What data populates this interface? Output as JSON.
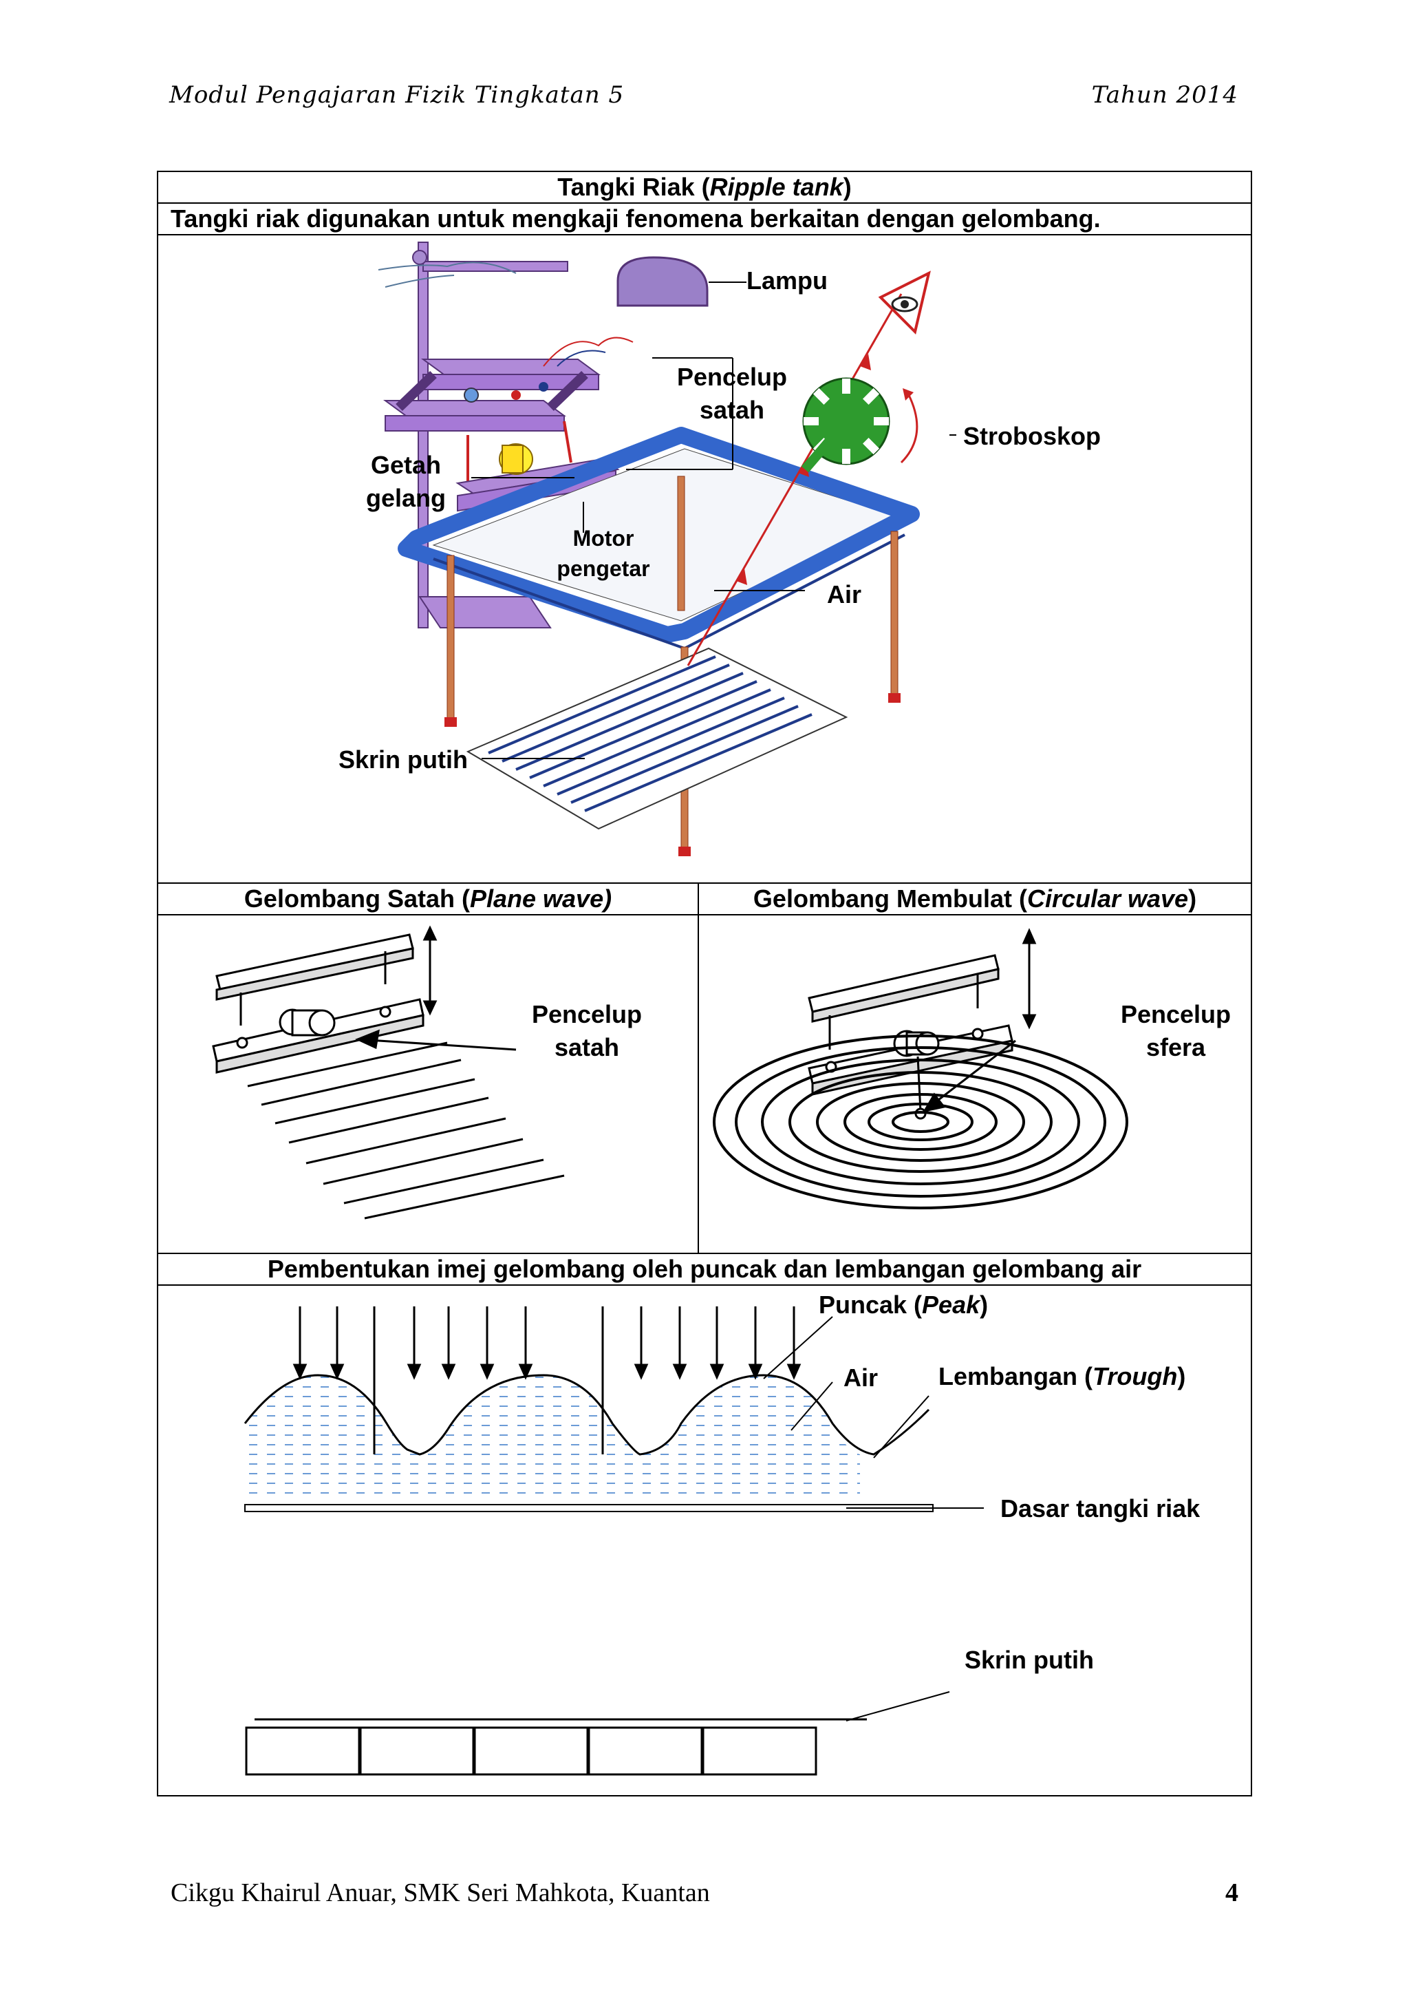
{
  "header": {
    "left": "Modul Pengajaran Fizik Tingkatan 5",
    "right": "Tahun 2014"
  },
  "footer": {
    "left": "Cikgu Khairul Anuar, SMK Seri Mahkota, Kuantan",
    "page": "4"
  },
  "section1": {
    "title_main": "Tangki Riak (",
    "title_italic": "Ripple tank",
    "title_end": ")",
    "description": "Tangki riak digunakan untuk mengkaji fenomena berkaitan dengan gelombang.",
    "labels": {
      "lampu": "Lampu",
      "pencelup_satah_1": "Pencelup",
      "pencelup_satah_2": "satah",
      "stroboskop": "Stroboskop",
      "getah_1": "Getah",
      "getah_2": "gelang",
      "motor_1": "Motor",
      "motor_2": "pengetar",
      "air": "Air",
      "skrin": "Skrin putih"
    }
  },
  "section2": {
    "left_title_main": "Gelombang Satah (",
    "left_title_italic": "Plane wave)",
    "right_title_main": "Gelombang Membulat (",
    "right_title_italic": "Circular wave",
    "right_title_end": ")",
    "left_label_1": "Pencelup",
    "left_label_2": "satah",
    "right_label_1": "Pencelup",
    "right_label_2": "sfera"
  },
  "section3": {
    "title": "Pembentukan imej gelombang oleh puncak dan lembangan gelombang air",
    "puncak_main": "Puncak (",
    "puncak_italic": "Peak",
    "puncak_end": ")",
    "air": "Air",
    "lembangan_main": "Lembangan (",
    "lembangan_italic": "Trough",
    "lembangan_end": ")",
    "dasar": "Dasar tangki riak",
    "skrin": "Skrin putih"
  },
  "colors": {
    "frame_purple": "#9966cc",
    "tank_blue": "#3366cc",
    "strobe_green": "#2e9b2e",
    "ray_red": "#cc2222",
    "water_dash": "#6b9bd6"
  }
}
